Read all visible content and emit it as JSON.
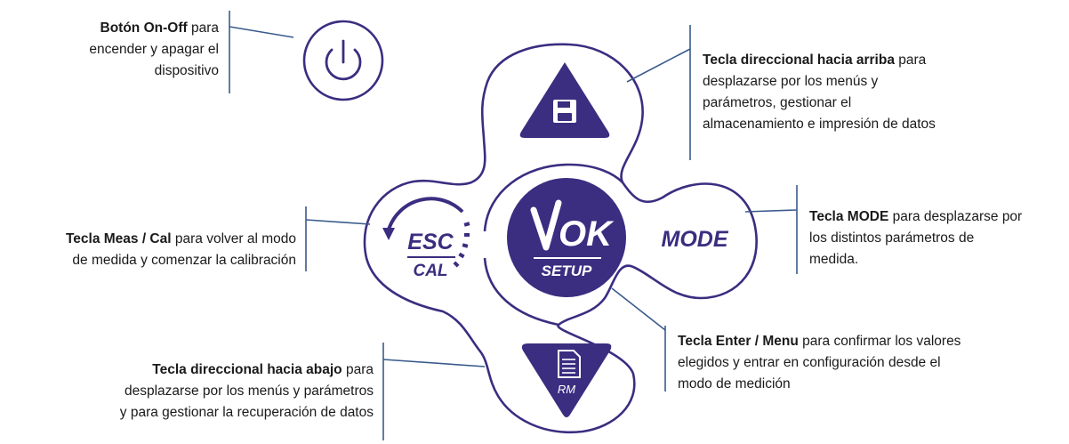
{
  "colors": {
    "accent": "#3b2d80",
    "leader_line": "#3a5a8c",
    "text": "#1a1a1a",
    "background": "#ffffff"
  },
  "buttons": {
    "power": {
      "icon": "power-icon"
    },
    "up": {
      "icon": "floppy-disk-icon"
    },
    "enter": {
      "logo_text": "OK",
      "label": "SETUP"
    },
    "mode": {
      "label": "MODE"
    },
    "escape": {
      "top": "ESC",
      "bottom": "CAL"
    },
    "down": {
      "icon": "document-icon",
      "label": "RM"
    }
  },
  "annotations": {
    "power": {
      "bold": "Botón On-Off",
      "rest": [
        " para",
        "encender y apagar el",
        "dispositivo"
      ]
    },
    "up": {
      "bold": "Tecla direccional hacia arriba",
      "rest": [
        " para",
        "desplazarse por los menús y",
        "parámetros, gestionar el",
        "almacenamiento e impresión de datos"
      ]
    },
    "meas": {
      "bold": "Tecla Meas / Cal",
      "rest": [
        " para volver al modo",
        "de medida y comenzar la calibración"
      ]
    },
    "mode": {
      "bold": "Tecla MODE",
      "rest": [
        " para desplazarse por",
        "los distintos parámetros de",
        "medida."
      ]
    },
    "enter": {
      "bold": "Tecla Enter / Menu",
      "rest": [
        " para confirmar los valores",
        "elegidos y entrar en configuración desde el",
        "modo de medición"
      ]
    },
    "down": {
      "bold": "Tecla direccional hacia abajo",
      "rest": [
        " para",
        "desplazarse por los menús y parámetros",
        "y para gestionar la recuperación de datos"
      ]
    }
  }
}
